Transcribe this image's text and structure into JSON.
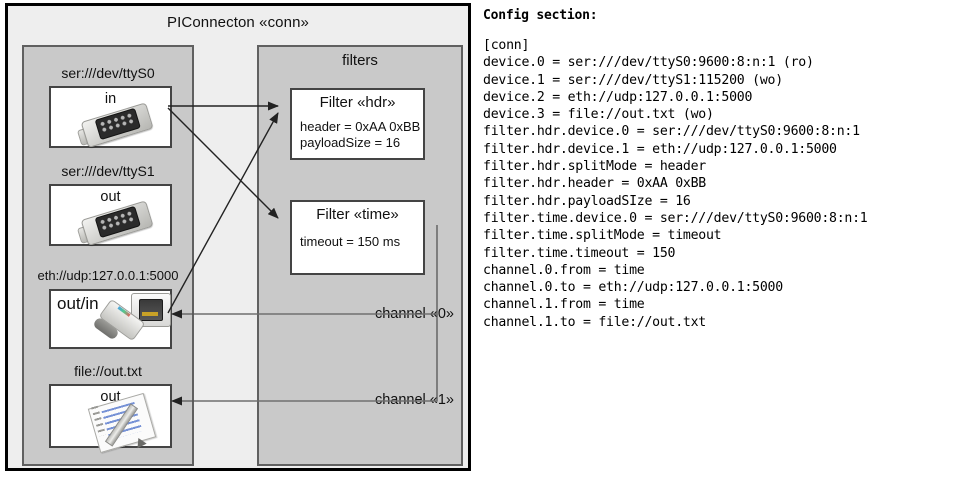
{
  "diagram": {
    "title": "PIConnecton «conn»",
    "devices_panel": {
      "items": [
        {
          "caption": "ser:///dev/ttyS0",
          "label": "in",
          "icon": "serial-db9-icon"
        },
        {
          "caption": "ser:///dev/ttyS1",
          "label": "out",
          "icon": "serial-db9-icon"
        },
        {
          "caption": "eth://udp:127.0.0.1:5000",
          "label": "out/in",
          "icon": "ethernet-rj45-icon"
        },
        {
          "caption": "file://out.txt",
          "label": "out",
          "icon": "notepad-pencil-icon"
        }
      ]
    },
    "filters_panel": {
      "title": "filters",
      "items": [
        {
          "title": "Filter «hdr»",
          "body": "header = 0xAA 0xBB\npayloadSize = 16"
        },
        {
          "title": "Filter «time»",
          "body": "timeout = 150 ms"
        }
      ]
    },
    "channels": [
      {
        "label": "channel «0»"
      },
      {
        "label": "channel «1»"
      }
    ]
  },
  "config": {
    "heading": "Config section:",
    "lines": "[conn]\ndevice.0 = ser:///dev/ttyS0:9600:8:n:1 (ro)\ndevice.1 = ser:///dev/ttyS1:115200 (wo)\ndevice.2 = eth://udp:127.0.0.1:5000\ndevice.3 = file://out.txt (wo)\nfilter.hdr.device.0 = ser:///dev/ttyS0:9600:8:n:1\nfilter.hdr.device.1 = eth://udp:127.0.0.1:5000\nfilter.hdr.splitMode = header\nfilter.hdr.header = 0xAA 0xBB\nfilter.hdr.payloadSIze = 16\nfilter.time.device.0 = ser:///dev/ttyS0:9600:8:n:1\nfilter.time.splitMode = timeout\nfilter.time.timeout = 150\nchannel.0.from = time\nchannel.0.to = eth://udp:127.0.0.1:5000\nchannel.1.from = time\nchannel.1.to = file://out.txt"
  },
  "colors": {
    "page_bg": "#ffffff",
    "outer_bg": "#eeeeee",
    "panel_bg": "#c9c9c9",
    "card_bg": "#ffffff",
    "border_dark": "#000000",
    "border_gray": "#606060"
  }
}
